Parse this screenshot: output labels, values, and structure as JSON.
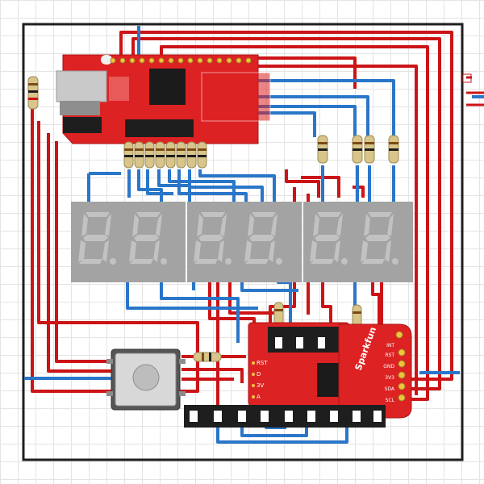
{
  "colors": {
    "wire_red": "#cc1417",
    "wire_blue": "#2a76c9",
    "pcb_red": "#dd2223",
    "display_body": "#a3a3a3",
    "segment_off": "#c2c2c2",
    "frame": "#1e1e1e"
  },
  "displays": {
    "digit_count": 6
  },
  "ssr_board": {
    "pin_labels": [
      "INT",
      "RST",
      "GND",
      "3V3",
      "SDA",
      "SCL"
    ],
    "right_labels": [
      "INT",
      "RST",
      "GND",
      "3V3",
      "SDA",
      "SCL"
    ],
    "left_labels": [
      "RST",
      "D",
      "3V",
      "A"
    ],
    "logo": "Sparkfun"
  },
  "icons": {
    "microcontroller": "red-dev-board",
    "pushbutton": "tactile-switch",
    "resistor": "resistor"
  }
}
